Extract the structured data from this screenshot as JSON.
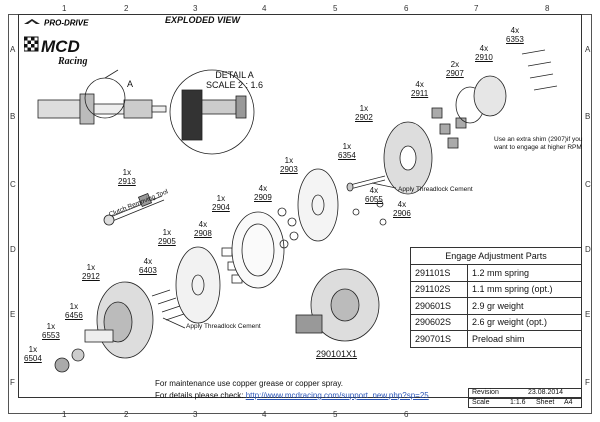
{
  "title": "EXPLODED VIEW",
  "brand": {
    "prodrive": "PRO-DRIVE",
    "mcd": "MCD",
    "racing": "Racing"
  },
  "zones": {
    "cols": [
      "1",
      "2",
      "3",
      "4",
      "5",
      "6",
      "7",
      "8"
    ],
    "rows": [
      "A",
      "B",
      "C",
      "D",
      "E",
      "F"
    ]
  },
  "detail": {
    "label": "DETAIL A",
    "scale": "SCALE 2 : 1.6",
    "marker": "A"
  },
  "callouts": [
    {
      "qty": "4x",
      "pn": "6353"
    },
    {
      "qty": "4x",
      "pn": "2910"
    },
    {
      "qty": "2x",
      "pn": "2907"
    },
    {
      "qty": "4x",
      "pn": "2911"
    },
    {
      "qty": "1x",
      "pn": "2902"
    },
    {
      "qty": "1x",
      "pn": "6354"
    },
    {
      "qty": "1x",
      "pn": "2903"
    },
    {
      "qty": "4x",
      "pn": "6055"
    },
    {
      "qty": "4x",
      "pn": "2906"
    },
    {
      "qty": "1x",
      "pn": "2913"
    },
    {
      "qty": "4x",
      "pn": "2909"
    },
    {
      "qty": "1x",
      "pn": "2904"
    },
    {
      "qty": "4x",
      "pn": "2908"
    },
    {
      "qty": "1x",
      "pn": "2905"
    },
    {
      "qty": "4x",
      "pn": "6403"
    },
    {
      "qty": "1x",
      "pn": "2912"
    },
    {
      "qty": "1x",
      "pn": "6456"
    },
    {
      "qty": "1x",
      "pn": "6553"
    },
    {
      "qty": "1x",
      "pn": "6504"
    }
  ],
  "assembly_pn": "290101X1",
  "notes": {
    "shim": "Use an extra shim (2907)if you want to engage at higher RPM",
    "threadlock_top": "Apply Threadlock Cement",
    "threadlock_bottom": "Apply Threadlock Cement",
    "tool": "Clutch Removing Tool"
  },
  "parts_table": {
    "header": "Engage Adjustment Parts",
    "rows": [
      {
        "code": "291101S",
        "desc": "1.2 mm spring"
      },
      {
        "code": "291102S",
        "desc": "1.1 mm spring (opt.)"
      },
      {
        "code": "290601S",
        "desc": "2.9 gr weight"
      },
      {
        "code": "290602S",
        "desc": "2.6 gr weight (opt.)"
      },
      {
        "code": "290701S",
        "desc": "Preload shim"
      }
    ]
  },
  "footer": {
    "line1": "For maintenance use copper grease or copper spray.",
    "line2_prefix": "For details please check:",
    "url": "http://www.mcdracing.com/support_new.php?sp=25"
  },
  "revision": {
    "rev_label": "Revision",
    "date": "23.08.2014",
    "scale_label": "Scale",
    "scale": "1:1.6",
    "sheet_label": "Sheet",
    "sheet": "A4"
  }
}
